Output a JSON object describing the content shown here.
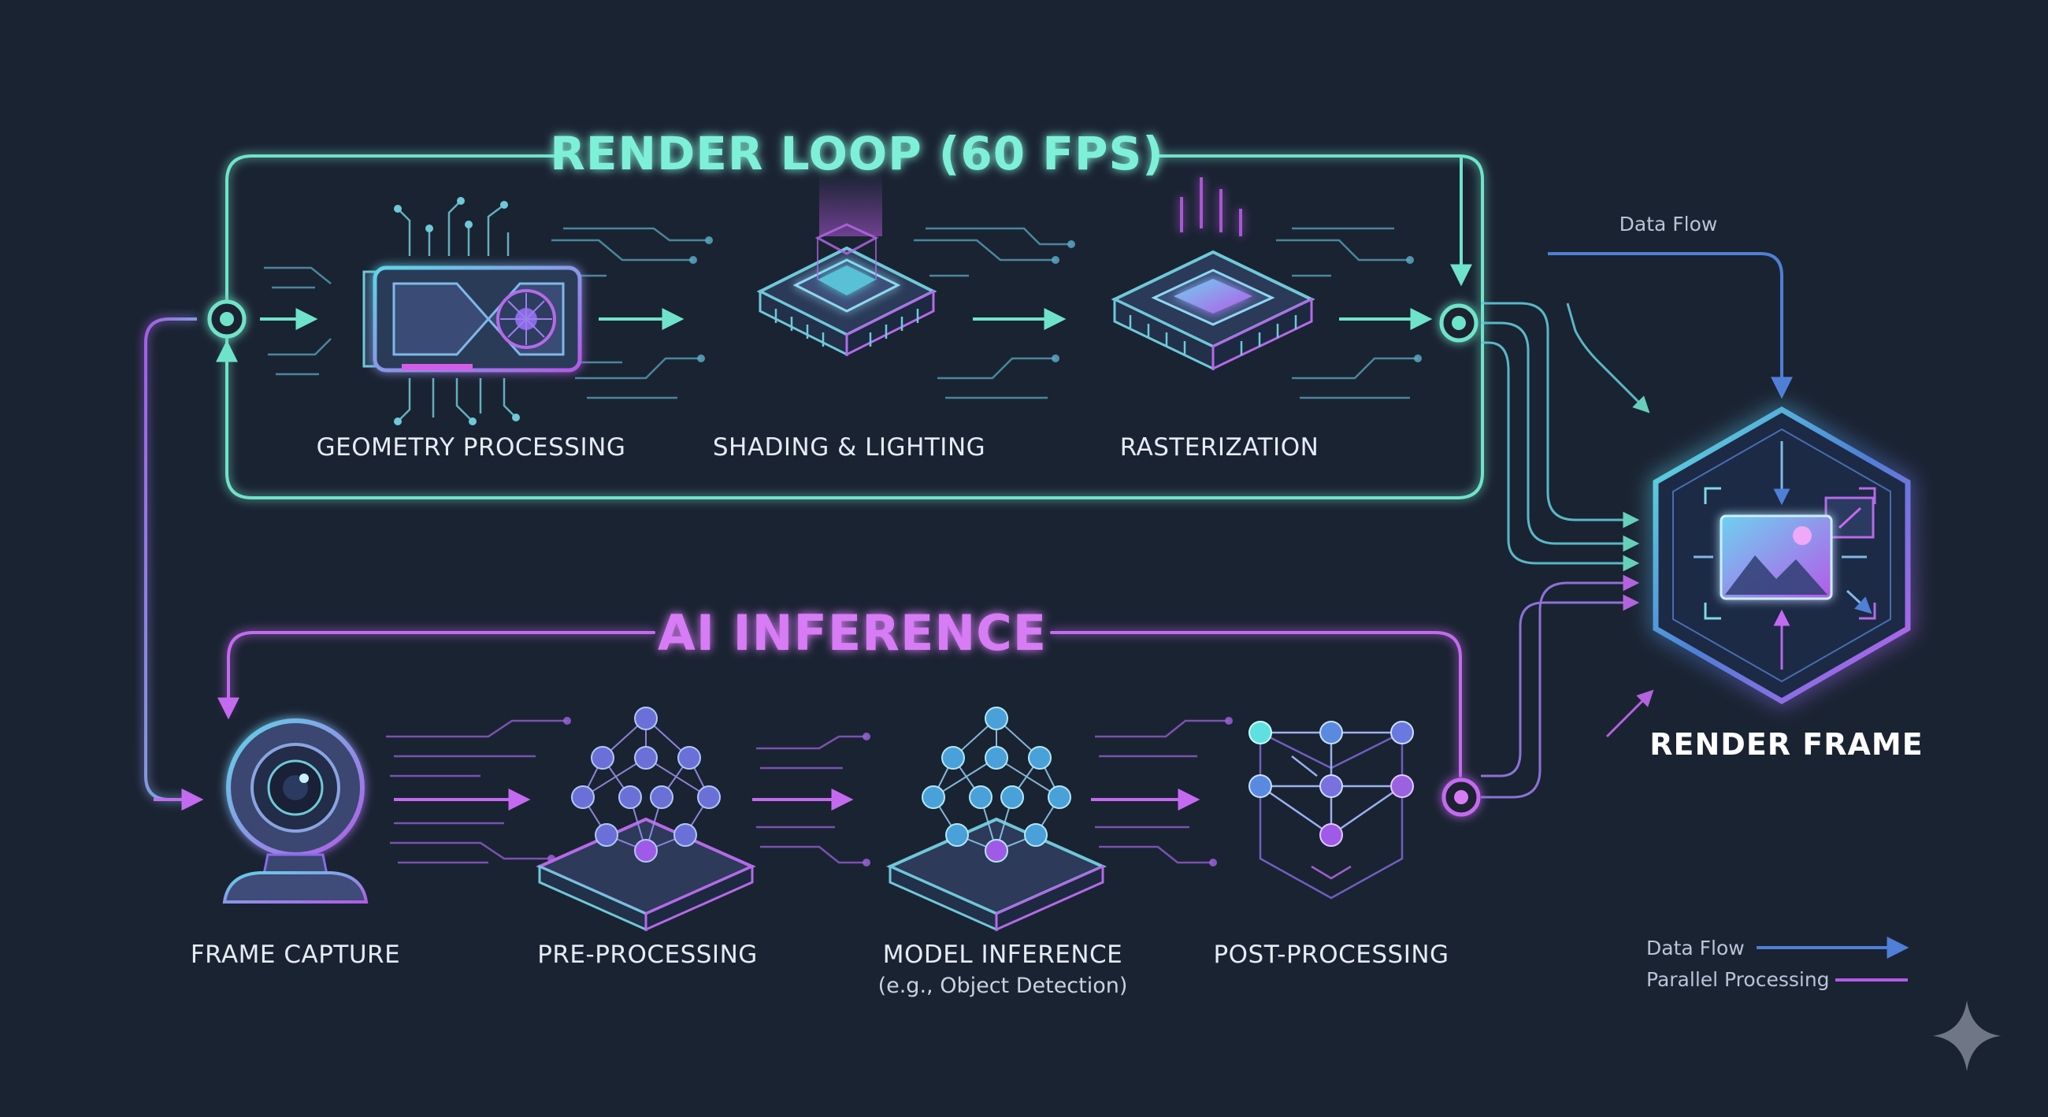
{
  "render_loop": {
    "title": "RENDER LOOP (60 FPS)",
    "stages": [
      {
        "label": "GEOMETRY PROCESSING",
        "icon": "gpu-card-icon"
      },
      {
        "label": "SHADING & LIGHTING",
        "icon": "shader-chip-icon"
      },
      {
        "label": "RASTERIZATION",
        "icon": "raster-chip-icon"
      }
    ]
  },
  "ai_inference": {
    "title": "AI INFERENCE",
    "stages": [
      {
        "label": "FRAME CAPTURE",
        "sublabel": "",
        "icon": "webcam-icon"
      },
      {
        "label": "PRE-PROCESSING",
        "sublabel": "",
        "icon": "neural-net-icon"
      },
      {
        "label": "MODEL INFERENCE",
        "sublabel": "(e.g., Object Detection)",
        "icon": "neural-net-icon"
      },
      {
        "label": "POST-PROCESSING",
        "sublabel": "",
        "icon": "graph-cube-icon"
      }
    ]
  },
  "output": {
    "label": "RENDER FRAME",
    "icon": "image-frame-icon"
  },
  "flow_label": "Data Flow",
  "legend": {
    "items": [
      {
        "label": "Data Flow",
        "color": "#4f7fd6"
      },
      {
        "label": "Parallel Processing",
        "color": "#b45ae8"
      }
    ]
  },
  "colors": {
    "background": "#1a2332",
    "render": "#6fe3c9",
    "inference": "#c46af0",
    "data_flow": "#4f7fd6"
  }
}
